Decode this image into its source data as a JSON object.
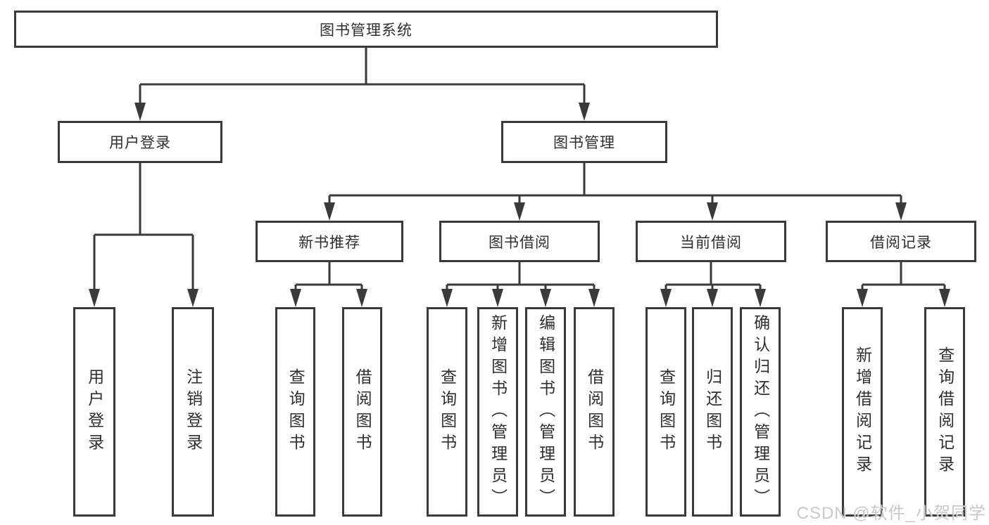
{
  "tree": {
    "root": {
      "label": "图书管理系统"
    },
    "level2": {
      "user_login": {
        "label": "用户登录",
        "children": {
          "login": {
            "label": "用户登录"
          },
          "logout": {
            "label": "注销登录"
          }
        }
      },
      "book_mgmt": {
        "label": "图书管理"
      }
    },
    "level3": {
      "new_books": {
        "label": "新书推荐",
        "children": {
          "query": {
            "label": "查询图书"
          },
          "borrow": {
            "label": "借阅图书"
          }
        }
      },
      "borrowing": {
        "label": "图书借阅",
        "children": {
          "query": {
            "label": "查询图书"
          },
          "add": {
            "label": "新增图书（管理员）"
          },
          "edit": {
            "label": "编辑图书（管理员）"
          },
          "borrow": {
            "label": "借阅图书"
          }
        }
      },
      "current": {
        "label": "当前借阅",
        "children": {
          "query": {
            "label": "查询图书"
          },
          "return": {
            "label": "归还图书"
          },
          "confirm": {
            "label": "确认归还（管理员）"
          }
        }
      },
      "records": {
        "label": "借阅记录",
        "children": {
          "add": {
            "label": "新增借阅记录"
          },
          "query": {
            "label": "查询借阅记录"
          }
        }
      }
    }
  },
  "watermark": {
    "text": "CSDN @软件_小贺同学"
  },
  "colors": {
    "line": "#3a3a3a",
    "box_border": "#3a3a3a",
    "text": "#2f2f2f",
    "watermark": "#c6c6c6",
    "background": "#ffffff"
  }
}
